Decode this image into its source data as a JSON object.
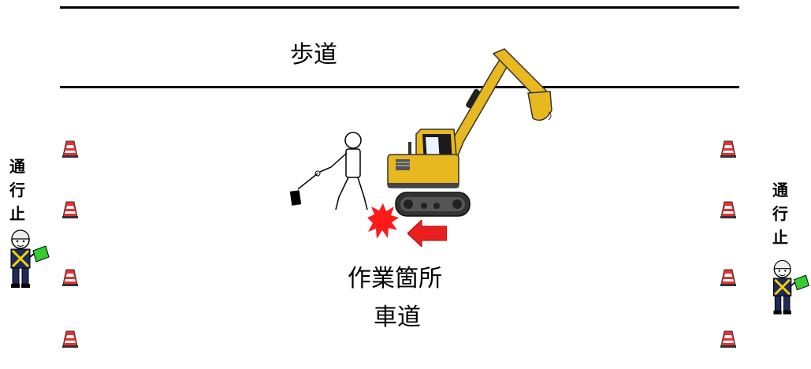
{
  "labels": {
    "sidewalk": "歩道",
    "work_area": "作業箇所",
    "roadway": "車道",
    "closed_left": [
      "通",
      "行",
      "止"
    ],
    "closed_right": [
      "通",
      "行",
      "止"
    ]
  },
  "colors": {
    "excavator": "#e8b820",
    "cone": "#e83030",
    "arrow": "#e82020",
    "flag": "#33cc33",
    "spark": "#ff1a1a"
  },
  "icons": {
    "excavator": "excavator-icon",
    "worker": "worker-stick-figure-icon",
    "flagger": "flagger-guard-icon",
    "cone": "traffic-cone-icon",
    "arrow": "arrow-left-icon",
    "impact": "collision-spark-icon"
  }
}
